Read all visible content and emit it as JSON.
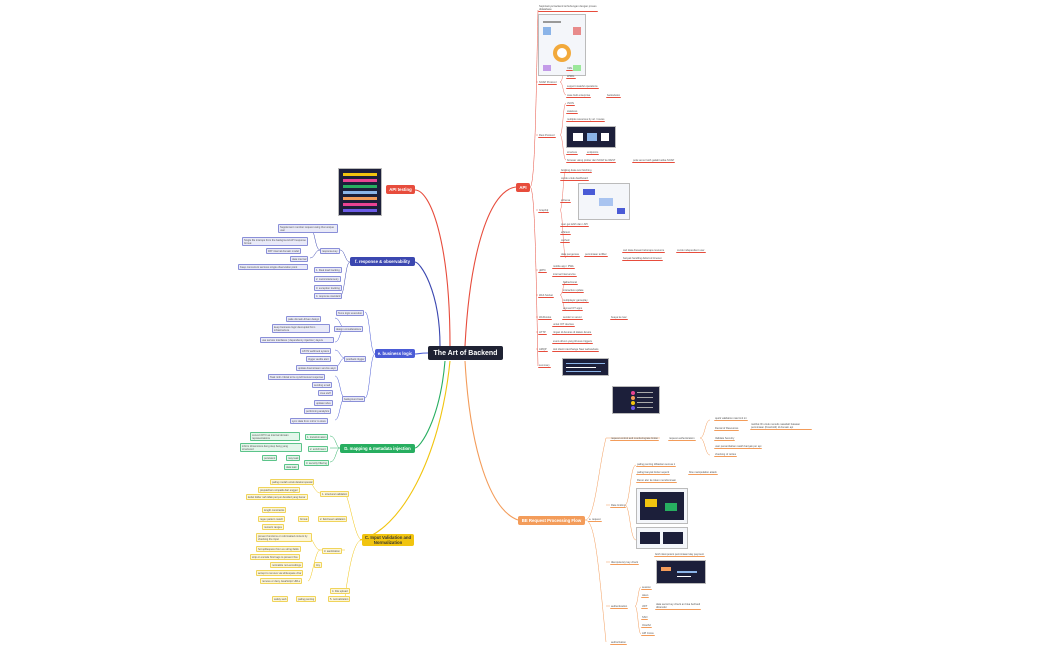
{
  "root": {
    "label": "The Art of Backend"
  },
  "branches": {
    "api": "API",
    "processing": "BE Request Processing Flow",
    "validation": "C. Input Validation and Normalization",
    "mapping": "D. mapping & metadata injection",
    "business": "e. business logic",
    "response": "f. response & observability",
    "testing": "API testing"
  },
  "api_leaves": [
    "Sepintarnya backend terhubungan dengan proses didatabase",
    "SOAP Protocol",
    "XML",
    "WSDL",
    "support stateful operations",
    "case built enterprise",
    "banks/telco",
    "Rest Protocol",
    "JSON",
    "stateless",
    "multiple resources by uri / routes",
    "structure",
    "endpoints",
    "browser using prober dari SOAP ke REST",
    "pola server latih galaki ketika SOAP",
    "Graphql",
    "fetching data over fetching",
    "cocok untuk dashboard",
    "schema",
    "over get lebih dan / API",
    "efficient",
    "cached",
    "data pengemas",
    "permintaan terfilter",
    "cari data diusasi beberapa resource",
    "cocok independent user",
    "banyak handling deferred timeout",
    "gRPC",
    "mobile app / PWA",
    "internal Interservice",
    "Web Socket",
    "bidirectional",
    "interactive update",
    "multiplayer gameplay",
    "semua IOT apps",
    "Webhooks",
    "sender to server",
    "buaya ke luar",
    "HTTP",
    "untuk IOT devices",
    "ringan di devices di dalam device",
    "AMQP",
    "event-driven yang khusus triggers",
    "tool client interchange New websockets",
    "summary"
  ],
  "processing_leaves": [
    "a. request",
    "request control and monitoring",
    "rate limiter",
    "request authentication",
    "quick validation rate limit ini",
    "Denial of Resources",
    "melihat ID untuk menulis nasabah batasan permintaan (threshold) di domain api",
    "Validate Security",
    "user penambahan naskh banyak per api",
    "checking of retries",
    "Rate limiting",
    "paling penting dibiarkan semua 1",
    "paling banyak limiter seperti",
    "flow manipulation attack",
    "Rerun alur ke token mendominasi",
    "Idempotency key check",
    "fetch idempotent permintaan klay payment",
    "authentication",
    "session",
    "token",
    "JWT",
    "SSO",
    "OAuth2",
    "API Cross",
    "data secret key check an bisa berhasil ditransfer",
    "authorization"
  ],
  "validation_leaves": [
    "1. structural validation",
    "paling mudah untuk deteksi spesial",
    "prepatchers simpatik dari engger",
    "kebel folder nah tidak penyun devided yang benar",
    "2. field level validation",
    "length constraints",
    "regex pattern match",
    "numeric ranges",
    "format",
    "3. sanitization",
    "prevent functions or reformatted content by checking the input",
    "hot spillesperet from ex string fields",
    "strip or encode html tags to prevent Xss",
    "normalize non-encodings",
    "tiny",
    "accept to remove via whitespace char",
    "remove or deny JavaScript URLs",
    "4. File upload",
    "5. normalization",
    "paling penting",
    "safety web"
  ],
  "mapping_leaves": [
    "1. transformation",
    "convert DTO as internal domain representations",
    "2. enrichment",
    "inform dimensions deng step beng yang structured",
    "3. security filtering",
    "persistent",
    "may leak",
    "data leak"
  ],
  "business_leaves": [
    "Tems logic execution",
    "design considerations",
    "pake domain-driven design",
    "keep business logic decoupled from infrastructure",
    "use service interfaces ( dependency injection ) layers",
    "postback trigger",
    "ASYN webhook system",
    "trigger audits alert",
    "update downstream service asyn",
    "background task",
    "Task ninh critical to be synchronous/ response",
    "sending email",
    "crea stuff",
    "update index",
    "performing analytics",
    "sync data from mirror to store"
  ],
  "response_leaves": [
    "Supplement member request using that unique user",
    "response-key",
    "Single file interops from the background API response format",
    "PAT internal domain model",
    "data internal",
    "1. Real load tracking",
    "Keep concurrent services single observation point",
    "2. metrics/telemetry",
    "3. exception tracking",
    "4. response standard"
  ],
  "colors": {
    "api": "#e74c3c",
    "processing": "#f39c5a",
    "validation": "#f1c40f",
    "mapping": "#27ae60",
    "business": "#4a5bd6",
    "response": "#3b47b0",
    "testing": "#e74c3c",
    "root": "#1f2233"
  }
}
